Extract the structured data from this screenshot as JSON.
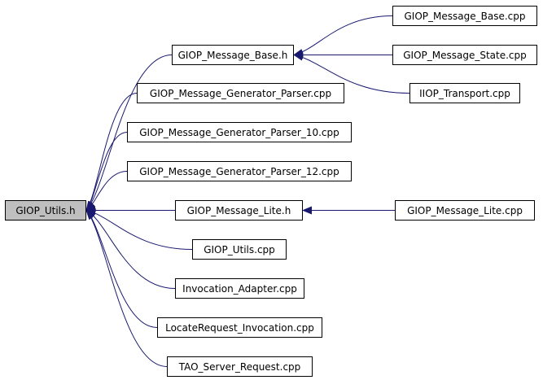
{
  "colors": {
    "edge": "#191970",
    "node_border": "#000000",
    "node_fill": "#ffffff",
    "root_fill": "#bfbfbf"
  },
  "nodes": {
    "giop_utils_h": "GIOP_Utils.h",
    "giop_message_base_h": "GIOP_Message_Base.h",
    "giop_message_generator_parser_cpp": "GIOP_Message_Generator_Parser.cpp",
    "giop_message_generator_parser_10_cpp": "GIOP_Message_Generator_Parser_10.cpp",
    "giop_message_generator_parser_12_cpp": "GIOP_Message_Generator_Parser_12.cpp",
    "giop_message_lite_h": "GIOP_Message_Lite.h",
    "giop_utils_cpp": "GIOP_Utils.cpp",
    "invocation_adapter_cpp": "Invocation_Adapter.cpp",
    "locaterequest_invocation_cpp": "LocateRequest_Invocation.cpp",
    "tao_server_request_cpp": "TAO_Server_Request.cpp",
    "giop_message_base_cpp": "GIOP_Message_Base.cpp",
    "giop_message_state_cpp": "GIOP_Message_State.cpp",
    "iiop_transport_cpp": "IIOP_Transport.cpp",
    "giop_message_lite_cpp": "GIOP_Message_Lite.cpp"
  },
  "edges": [
    {
      "from": "giop_message_base_h",
      "to": "giop_utils_h"
    },
    {
      "from": "giop_message_generator_parser_cpp",
      "to": "giop_utils_h"
    },
    {
      "from": "giop_message_generator_parser_10_cpp",
      "to": "giop_utils_h"
    },
    {
      "from": "giop_message_generator_parser_12_cpp",
      "to": "giop_utils_h"
    },
    {
      "from": "giop_message_lite_h",
      "to": "giop_utils_h"
    },
    {
      "from": "giop_utils_cpp",
      "to": "giop_utils_h"
    },
    {
      "from": "invocation_adapter_cpp",
      "to": "giop_utils_h"
    },
    {
      "from": "locaterequest_invocation_cpp",
      "to": "giop_utils_h"
    },
    {
      "from": "tao_server_request_cpp",
      "to": "giop_utils_h"
    },
    {
      "from": "giop_message_base_cpp",
      "to": "giop_message_base_h"
    },
    {
      "from": "giop_message_state_cpp",
      "to": "giop_message_base_h"
    },
    {
      "from": "iiop_transport_cpp",
      "to": "giop_message_base_h"
    },
    {
      "from": "giop_message_lite_cpp",
      "to": "giop_message_lite_h"
    }
  ]
}
